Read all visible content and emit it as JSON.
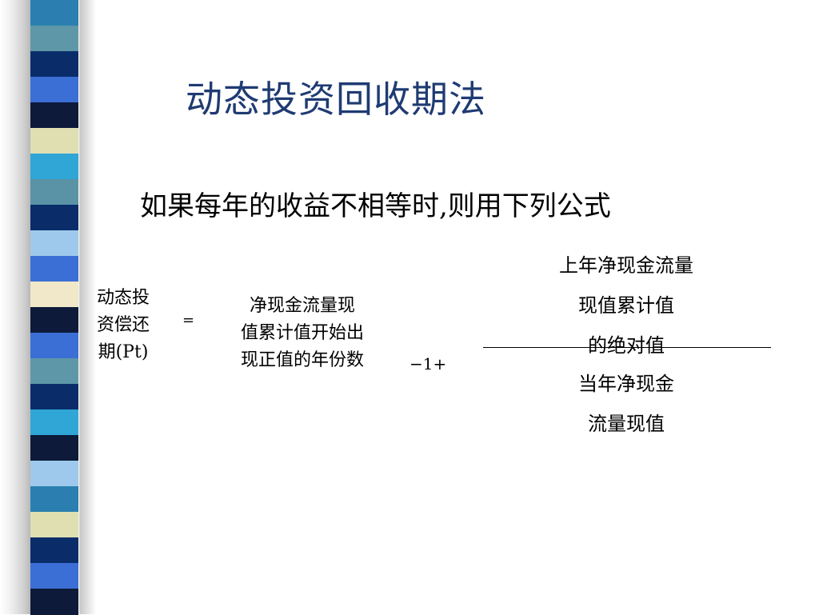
{
  "slide": {
    "title": "动态投资回收期法",
    "subtitle": "如果每年的收益不相等时,则用下列公式"
  },
  "formula": {
    "lhs": "动态投\n资偿还\n期(Pt)",
    "equals": "=",
    "cumulative_term": "净现金流量现\n值累计值开始出\n现正值的年份数",
    "operator": "−1+",
    "numerator_lines": [
      "上年净现金流量",
      "现值累计值",
      "的绝对值"
    ],
    "denominator_lines": [
      "当年净现金",
      "流量现值"
    ]
  },
  "decoration": {
    "strip_colors": [
      "#2a7fb0",
      "#5e97a8",
      "#0a2d6a",
      "#3b6fd6",
      "#0d1a3a",
      "#e0dfb2",
      "#2fa6d6",
      "#5a93a5",
      "#0a2d6a",
      "#9fc9ec",
      "#3b6fd6",
      "#f0e8c8",
      "#0d1a3a",
      "#3b6fd6",
      "#5e97a8",
      "#0a2d6a",
      "#2fa6d6",
      "#0d1a3a",
      "#9fc9ec",
      "#2a7fb0",
      "#e0dfb2",
      "#0a2d6a",
      "#3b6fd6",
      "#0d1a3a"
    ]
  }
}
